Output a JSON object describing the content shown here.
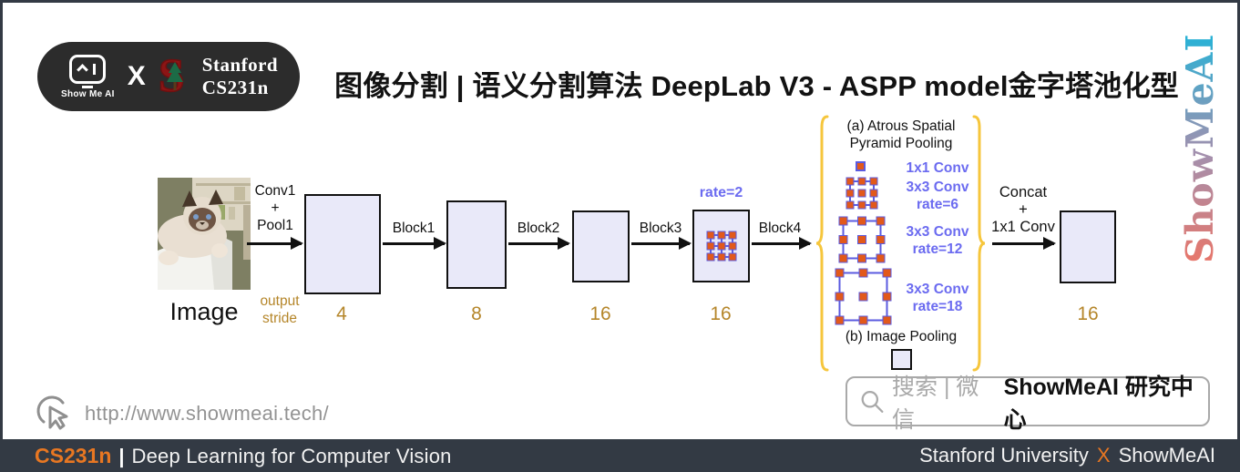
{
  "colors": {
    "accent_orange": "#e87722",
    "gold_stride": "#b5862a",
    "periwinkle": "#6b6bf0",
    "box_fill": "#e9e9f9",
    "dot_orange": "#e2591a",
    "dot_border_blue": "#5b5be0",
    "brace_yellow": "#f6c63c",
    "bar_background": "#333a44",
    "stanford_red": "#8c1515"
  },
  "badge": {
    "logo_label": "Show Me AI",
    "cross": "X",
    "partner_line1": "Stanford",
    "partner_line2": "CS231n"
  },
  "title": "图像分割 | 语义分割算法 DeepLab V3 - ASPP model金字塔池化型",
  "watermark": "ShowMeAI",
  "diagram": {
    "image_label": "Image",
    "conv_label": [
      "Conv1",
      "+",
      "Pool1"
    ],
    "output_stride_label": [
      "output",
      "stride"
    ],
    "block_arrows": [
      "Block1",
      "Block2",
      "Block3",
      "Block4"
    ],
    "strides": [
      "4",
      "8",
      "16",
      "16",
      "16"
    ],
    "rate_label": "rate=2",
    "aspp": {
      "title": [
        "(a) Atrous Spatial",
        "Pyramid Pooling"
      ],
      "branches": [
        [
          "1x1 Conv",
          ""
        ],
        [
          "3x3 Conv",
          "rate=6"
        ],
        [
          "3x3 Conv",
          "rate=12"
        ],
        [
          "3x3 Conv",
          "rate=18"
        ]
      ],
      "image_pooling_label": "(b) Image Pooling"
    },
    "concat_label": [
      "Concat",
      "+",
      "1x1 Conv"
    ]
  },
  "footer": {
    "url": "http://www.showmeai.tech/",
    "search_hint": "搜索 | 微信",
    "search_brand": "ShowMeAI 研究中心",
    "bar_course": "CS231n",
    "bar_divider": "|",
    "bar_course_title": "Deep Learning for Computer Vision",
    "bar_right_university": "Stanford University",
    "bar_right_x": "X",
    "bar_right_brand": "ShowMeAI"
  }
}
